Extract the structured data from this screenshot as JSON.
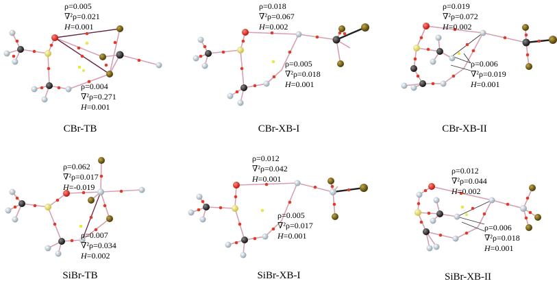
{
  "panels": [
    {
      "caption": "CBr-TB",
      "ann1": {
        "rho": "ρ=0.005",
        "lap": "∇²ρ=0.021",
        "h_label": "H",
        "h": "=0.001"
      },
      "ann2": {
        "rho": "ρ=0.004",
        "lap": "∇²ρ=0.271",
        "h_label": "H",
        "h": "=0.001"
      }
    },
    {
      "caption": "CBr-XB-I",
      "ann1": {
        "rho": "ρ=0.018",
        "lap": "∇²ρ=0.067",
        "h_label": "H",
        "h": "=0.002"
      },
      "ann2": {
        "rho": "ρ=0.005",
        "lap": "∇²ρ=0.018",
        "h_label": "H",
        "h": "=0.001"
      }
    },
    {
      "caption": "CBr-XB-II",
      "ann1": {
        "rho": "ρ=0.019",
        "lap": "∇²ρ=0.072",
        "h_label": "H",
        "h": "=0.002"
      },
      "ann2": {
        "rho": "ρ=0.006",
        "lap": "∇²ρ=0.019",
        "h_label": "H",
        "h": "=0.001"
      }
    },
    {
      "caption": "SiBr-TB",
      "ann1": {
        "rho": "ρ=0.062",
        "lap": "∇²ρ=0.017",
        "h_label": "H",
        "h": "=-0.019"
      },
      "ann2": {
        "rho": "ρ=0.007",
        "lap": "∇²ρ=0.034",
        "h_label": "H",
        "h": "=0.002"
      }
    },
    {
      "caption": "SiBr-XB-I",
      "ann1": {
        "rho": "ρ=0.012",
        "lap": "∇²ρ=0.042",
        "h_label": "H",
        "h": "=0.001"
      },
      "ann2": {
        "rho": "ρ=0.005",
        "lap": "∇²ρ=0.017",
        "h_label": "H",
        "h": "=0.001"
      }
    },
    {
      "caption": "SiBr-XB-II",
      "ann1": {
        "rho": "ρ=0.012",
        "lap": "∇²ρ=0.044",
        "h_label": "H",
        "h": "=0.002"
      },
      "ann2": {
        "rho": "ρ=0.006",
        "lap": "∇²ρ=0.018",
        "h_label": "H",
        "h": "=0.001"
      }
    }
  ],
  "colors": {
    "carbon": "#1a1a1a",
    "oxygen": "#e0201a",
    "sulfur": "#e8e070",
    "hydrogen": "#c8d4dc",
    "bromine": "#6e5a12",
    "bond": "#d6a0b0",
    "bcp": "#e23a2a",
    "rcp": "#e8e840"
  }
}
